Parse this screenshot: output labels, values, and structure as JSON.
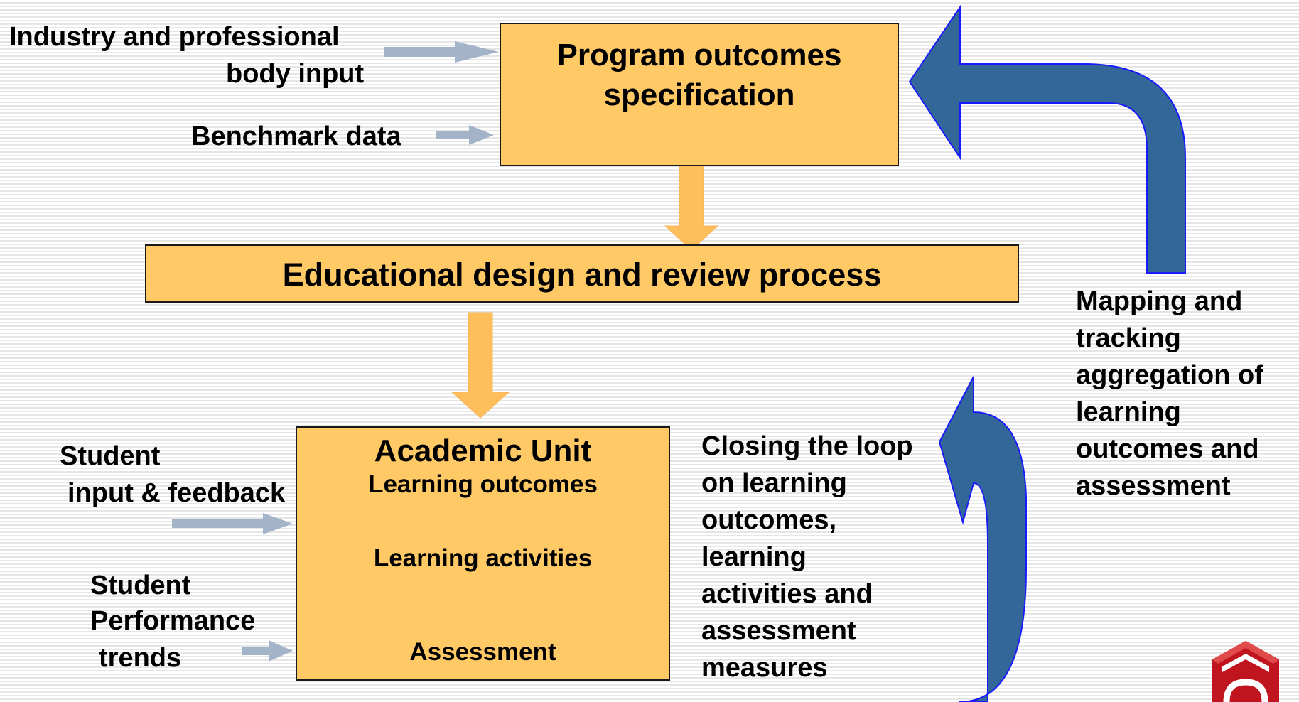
{
  "inputs": {
    "industry_line1": "Industry and professional",
    "industry_line2": "body input",
    "benchmark": "Benchmark data",
    "student_line1": "Student",
    "student_line2": "input & feedback",
    "performance_line1": "Student",
    "performance_line2": "Performance",
    "performance_line3": "trends"
  },
  "program_box": {
    "line1": "Program outcomes",
    "line2": "specification"
  },
  "design_box": {
    "label": "Educational design and review process"
  },
  "unit_box": {
    "title": "Academic Unit",
    "item1": "Learning outcomes",
    "item2": "Learning activities",
    "item3": "Assessment"
  },
  "closing_loop": {
    "lines": [
      "Closing the loop",
      "on learning",
      "outcomes,",
      "learning",
      "activities and",
      "assessment",
      "measures"
    ]
  },
  "mapping": {
    "lines": [
      "Mapping and",
      "tracking",
      "aggregation of",
      "learning",
      "outcomes and",
      "assessment"
    ]
  },
  "colors": {
    "box_fill": "#ffc966",
    "down_arrow": "#ffbe5c",
    "input_arrow": "#a4b4c8",
    "loop_arrow": "#336699",
    "loop_outline": "#1a1aff",
    "logo_red": "#c0141e"
  },
  "icons": {
    "logo": "hexagon-logo-icon"
  }
}
